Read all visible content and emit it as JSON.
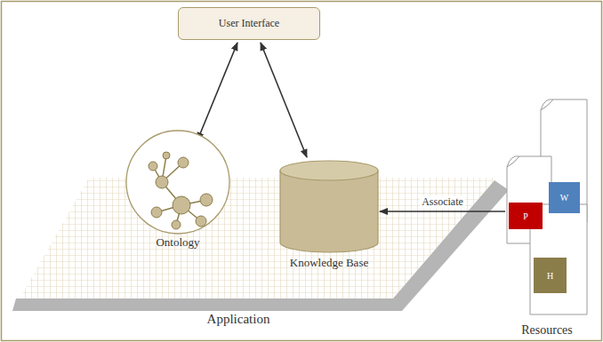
{
  "diagram": {
    "nodes": [
      {
        "text": [
          "User Interface"
        ]
      },
      {
        "text": [
          "Ontology"
        ]
      },
      {
        "text": [
          "Knowledge Base"
        ]
      },
      {
        "text": [
          "Resources"
        ]
      },
      {
        "text": [
          "W"
        ],
        "in": 3
      },
      {
        "text": [
          "P"
        ],
        "in": 3
      },
      {
        "text": [
          "H"
        ],
        "in": 3
      }
    ],
    "edges": [
      {
        "from": 0,
        "to": 1,
        "arrow": "both"
      },
      {
        "from": 0,
        "to": 2,
        "arrow": "both"
      },
      {
        "from": 3,
        "to": 2,
        "label": "Associate",
        "arrow": "to"
      }
    ],
    "labels": [
      "Application"
    ]
  }
}
